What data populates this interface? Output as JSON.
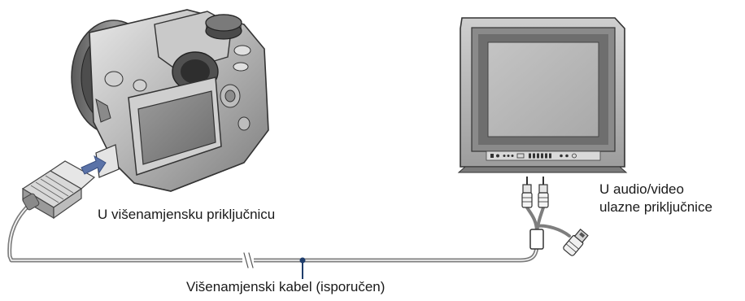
{
  "labels": {
    "multi_connector": "U višenamjensku priključnicu",
    "av_line1": "U audio/video",
    "av_line2": "ulazne priključnice",
    "cable": "Višenamjenski kabel (isporučen)"
  },
  "colors": {
    "callout_line": "#1f3d6b",
    "arrow": "#5b73a8",
    "cable": "#8a8a8a",
    "device_dark": "#6a6a6a",
    "device_mid": "#a0a0a0",
    "device_light": "#d6d6d6",
    "screen": "#b9b9b9"
  },
  "icons": [
    "camera-icon",
    "tv-icon",
    "multi-connector-plug-icon",
    "rca-plug-icon",
    "usb-plug-icon",
    "insertion-arrow-icon"
  ]
}
